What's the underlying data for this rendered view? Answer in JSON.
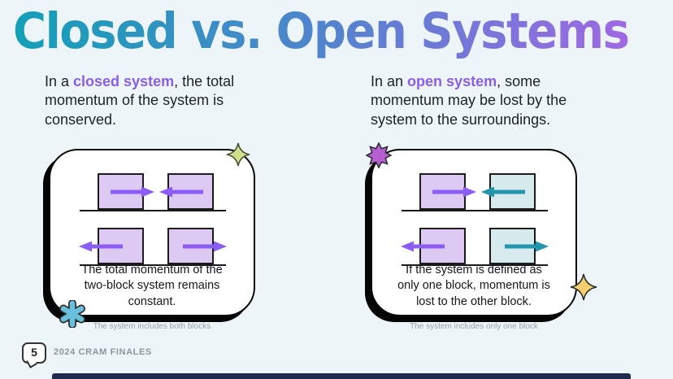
{
  "title": {
    "text": "Closed vs. Open Systems"
  },
  "columns": {
    "left": {
      "intro": {
        "pre": "In a ",
        "keyword": "closed system",
        "post": ", the total",
        "line2": "momentum of the system is",
        "line3": "conserved."
      },
      "card_caption": {
        "line1": "The total momentum of the",
        "line2": "two-block system remains",
        "line3": "constant."
      },
      "footnote": "The system includes both blocks"
    },
    "right": {
      "intro": {
        "pre": "In an ",
        "keyword": "open system",
        "post": ", some",
        "line2": "momentum may be lost by the",
        "line3": "system to the surroundings."
      },
      "card_caption": {
        "line1": "If the system is defined as",
        "line2": "only one block, momentum is",
        "line3": "lost to the other block."
      },
      "footnote": "The system includes only one block"
    }
  },
  "footer": {
    "page_number": "5",
    "label": "2024 CRAM FINALES"
  },
  "colors": {
    "title_gradient_start": "#13a0b6",
    "title_gradient_mid": "#4e85cc",
    "title_gradient_end": "#9e69e3",
    "keyword_purple": "#8a5fe8",
    "purple_arrow": "#8b5cf6",
    "teal_arrow": "#2196ad",
    "lavender_block": "#dccaf2",
    "cyan_block": "#d7ebee",
    "sparkle_green": "#cfe18c",
    "burst_purple": "#b55fd1",
    "asterisk_blue": "#68c0dc",
    "sparkle_gold": "#f3cf6f",
    "footer_bar_navy": "#1e2b4e",
    "background": "#edf5f8"
  }
}
